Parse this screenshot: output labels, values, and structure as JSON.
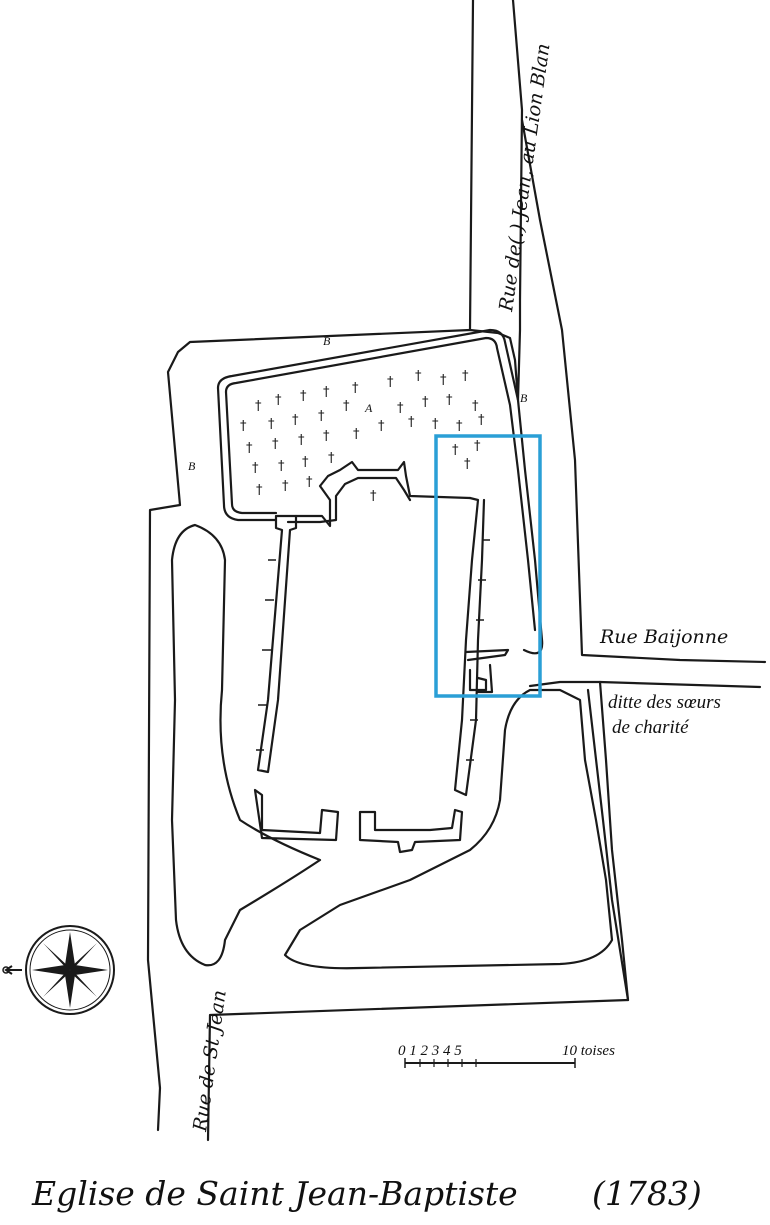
{
  "map": {
    "streets": {
      "north_east": "Rue de(.) Jean, au Lion Blan",
      "east": "Rue Baijonne",
      "west": "Rue de St Jean"
    },
    "annotation_lines": [
      "ditte des sœurs",
      "de charité"
    ],
    "labels": {
      "cemetery": "A",
      "passage_north": "B",
      "passage_west": "B",
      "passage_east": "B"
    },
    "scale": {
      "ticks": "0 1 2 3 4 5",
      "end_label": "10 toises"
    },
    "compass": "compass-rose-icon",
    "highlight_color": "#2a9fd6",
    "title": "Eglise de Saint Jean-Baptiste",
    "year": "(1783)"
  }
}
